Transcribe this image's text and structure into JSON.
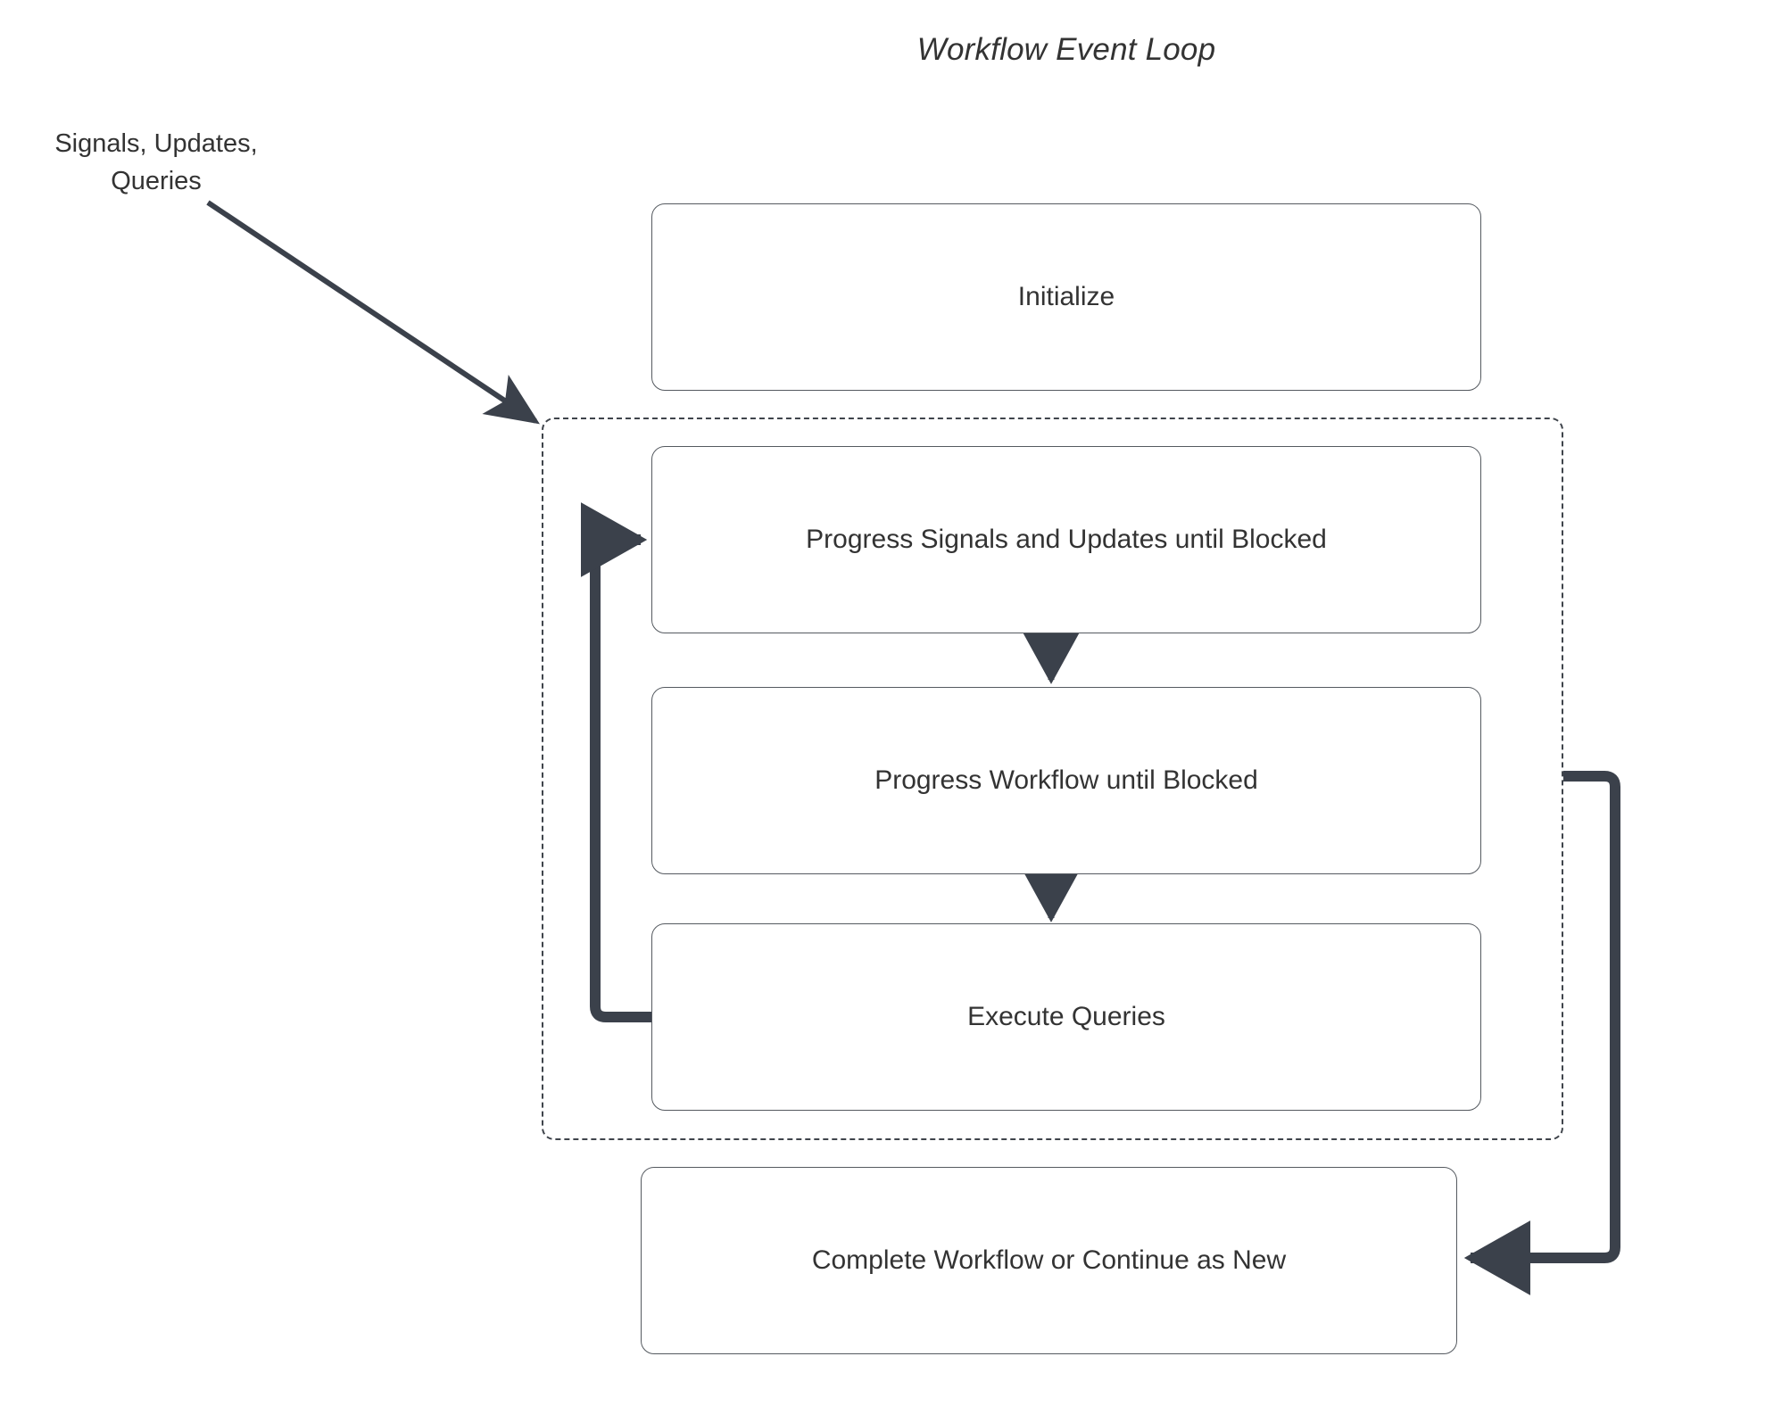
{
  "diagram": {
    "title": "Workflow Event Loop",
    "type": "flowchart",
    "background_color": "#ffffff",
    "node_border_color": "#555a60",
    "edge_color": "#3b414b",
    "text_color": "#333333",
    "container_border_color": "#3f444b",
    "external_label": {
      "line1": "Signals, Updates,",
      "line2": "Queries"
    },
    "nodes": [
      {
        "id": "initialize",
        "label": "Initialize"
      },
      {
        "id": "progress-signals",
        "label": "Progress Signals and Updates until Blocked"
      },
      {
        "id": "progress-workflow",
        "label": "Progress Workflow until Blocked"
      },
      {
        "id": "execute-queries",
        "label": "Execute Queries"
      },
      {
        "id": "complete-workflow",
        "label": "Complete Workflow or Continue as New"
      }
    ],
    "loop_container": {
      "style": "dashed",
      "contains": [
        "progress-signals",
        "progress-workflow",
        "execute-queries"
      ]
    },
    "edges": [
      {
        "from": "external-input",
        "to": "loop-container",
        "style": "solid-arrow"
      },
      {
        "from": "progress-signals",
        "to": "progress-workflow",
        "style": "solid-arrow"
      },
      {
        "from": "progress-workflow",
        "to": "execute-queries",
        "style": "solid-arrow"
      },
      {
        "from": "execute-queries",
        "to": "progress-signals",
        "style": "loop-back-arrow"
      },
      {
        "from": "loop-container",
        "to": "complete-workflow",
        "style": "solid-arrow"
      }
    ]
  }
}
